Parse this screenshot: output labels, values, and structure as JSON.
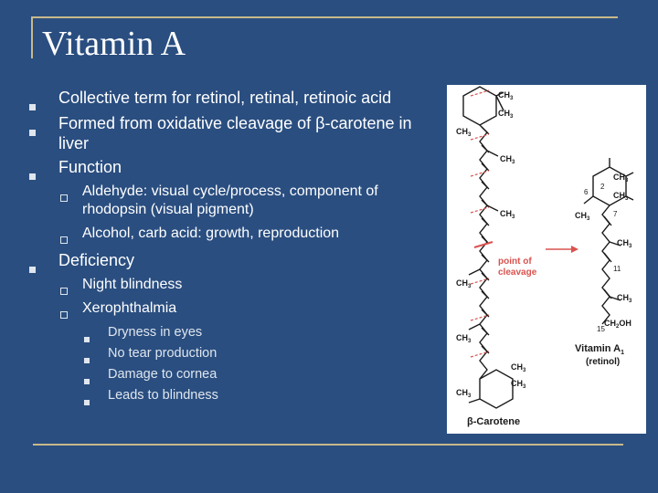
{
  "slide": {
    "title": "Vitamin A",
    "bullets": [
      {
        "level": 1,
        "text": "Collective term for retinol, retinal, retinoic acid"
      },
      {
        "level": 1,
        "text": "Formed from oxidative cleavage of β-carotene in liver"
      },
      {
        "level": 1,
        "text": "Function"
      },
      {
        "level": 2,
        "text": "Aldehyde: visual cycle/process, component of rhodopsin (visual pigment)"
      },
      {
        "level": 2,
        "text": "Alcohol, carb acid: growth, reproduction"
      },
      {
        "level": 1,
        "text": "Deficiency"
      },
      {
        "level": 2,
        "text": "Night blindness"
      },
      {
        "level": 2,
        "text": "Xerophthalmia"
      },
      {
        "level": 3,
        "text": "Dryness in eyes"
      },
      {
        "level": 3,
        "text": "No tear production"
      },
      {
        "level": 3,
        "text": "Damage to cornea"
      },
      {
        "level": 3,
        "text": "Leads to blindness"
      }
    ]
  },
  "figure": {
    "ch3": "CH",
    "ch3_sub": "3",
    "ch2oh_main": "CH",
    "ch2oh_sub": "2",
    "ch2oh_oh": "OH",
    "point_of_cleavage_line1": "point of",
    "point_of_cleavage_line2": "cleavage",
    "vitamin_a_label": "Vitamin A",
    "vitamin_a_sub": "1",
    "retinol_label": "(retinol)",
    "beta_carotene_label": "β-Carotene",
    "numbers": [
      "2",
      "6",
      "7",
      "11",
      "15"
    ],
    "colors": {
      "cleavage_marks": "#d9534f",
      "cleavage_text": "#d9534f",
      "arrow": "#d9534f"
    }
  }
}
